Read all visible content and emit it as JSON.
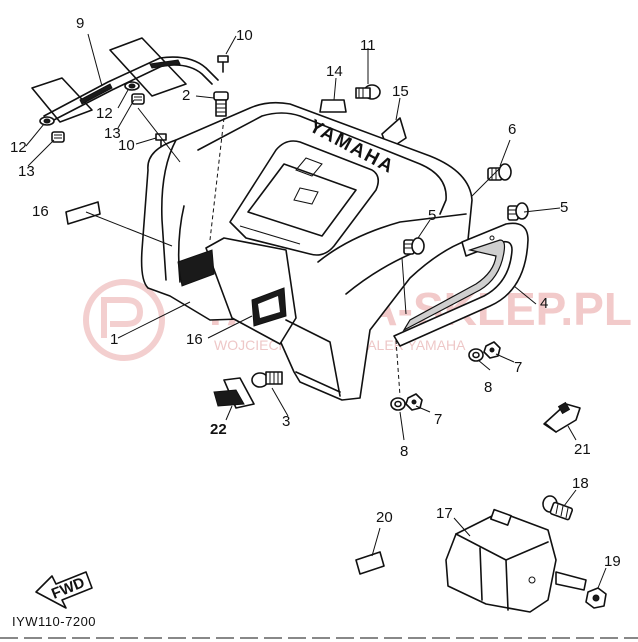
{
  "diagram": {
    "part_labels": [
      {
        "id": "p9",
        "text": "9"
      },
      {
        "id": "p10a",
        "text": "10"
      },
      {
        "id": "p11",
        "text": "11"
      },
      {
        "id": "p14",
        "text": "14"
      },
      {
        "id": "p15",
        "text": "15"
      },
      {
        "id": "p2",
        "text": "2"
      },
      {
        "id": "p12a",
        "text": "12"
      },
      {
        "id": "p13a",
        "text": "13"
      },
      {
        "id": "p10b",
        "text": "10"
      },
      {
        "id": "p12b",
        "text": "12"
      },
      {
        "id": "p13b",
        "text": "13"
      },
      {
        "id": "p6",
        "text": "6"
      },
      {
        "id": "p16a",
        "text": "16"
      },
      {
        "id": "p5a",
        "text": "5"
      },
      {
        "id": "p5b",
        "text": "5"
      },
      {
        "id": "p4",
        "text": "4"
      },
      {
        "id": "p1",
        "text": "1"
      },
      {
        "id": "p16b",
        "text": "16"
      },
      {
        "id": "p7a",
        "text": "7"
      },
      {
        "id": "p8a",
        "text": "8"
      },
      {
        "id": "p3",
        "text": "3"
      },
      {
        "id": "p22",
        "text": "22"
      },
      {
        "id": "p7b",
        "text": "7"
      },
      {
        "id": "p8b",
        "text": "8"
      },
      {
        "id": "p21",
        "text": "21"
      },
      {
        "id": "p18",
        "text": "18"
      },
      {
        "id": "p20",
        "text": "20"
      },
      {
        "id": "p17",
        "text": "17"
      },
      {
        "id": "p19",
        "text": "19"
      }
    ],
    "brand_text": "YAMAHA",
    "fwd_label": "FWD",
    "diagram_code": "IYW110-7200",
    "watermark": {
      "main": "YAMAHA-SKLEP.PL",
      "sub": "WOJCIECHOWICZ - DEALER YAMAHA"
    }
  }
}
